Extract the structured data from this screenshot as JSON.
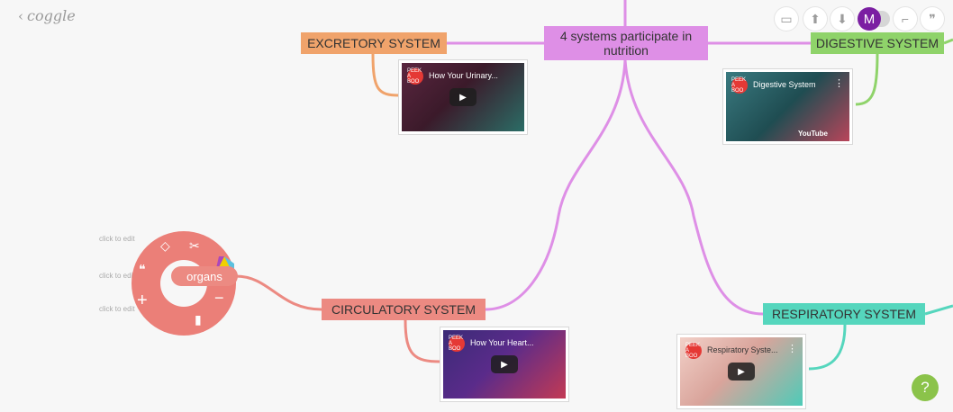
{
  "app": {
    "logo": "coggle",
    "back_icon": "chevron-left-icon"
  },
  "toolbar": {
    "buttons": [
      {
        "name": "present",
        "icon": "monitor-icon",
        "glyph": "▭"
      },
      {
        "name": "upload",
        "icon": "upload-arrow-icon",
        "glyph": "⬆"
      },
      {
        "name": "download",
        "icon": "download-arrow-icon",
        "glyph": "⬇"
      },
      {
        "name": "history",
        "icon": "history-icon",
        "glyph": "⌐"
      },
      {
        "name": "comments",
        "icon": "quote-icon",
        "glyph": "❞"
      }
    ],
    "avatar_initial": "M"
  },
  "mindmap": {
    "center": {
      "label": "4 systems participate in nutrition",
      "color": "#de8fe6"
    },
    "branches": [
      {
        "id": "excretory",
        "label": "EXCRETORY SYSTEM",
        "color": "#f0a36b",
        "video": {
          "title": "How Your Urinary...",
          "channel": "PEEK A BOO"
        }
      },
      {
        "id": "digestive",
        "label": "DIGESTIVE SYSTEM",
        "color": "#8fd36a",
        "video": {
          "title": "Digestive System",
          "channel": "PEEK A BOO",
          "platform": "YouTube"
        }
      },
      {
        "id": "circulatory",
        "label": "CIRCULATORY SYSTEM",
        "color": "#ec8a82",
        "video": {
          "title": "How Your Heart...",
          "channel": "PEEK A BOO"
        },
        "child": {
          "label": "organs"
        }
      },
      {
        "id": "respiratory",
        "label": "RESPIRATORY SYSTEM",
        "color": "#55d6bd",
        "video": {
          "title": "Respiratory Syste...",
          "channel": "PEEK A BOO"
        }
      }
    ]
  },
  "radial_menu": {
    "hints": [
      "click to edit",
      "click to edi",
      "click to edit"
    ],
    "tools": [
      {
        "name": "shape",
        "icon": "diamond-icon",
        "glyph": "◇"
      },
      {
        "name": "cut",
        "icon": "scissors-icon",
        "glyph": "✂"
      },
      {
        "name": "quote",
        "icon": "quote-icon",
        "glyph": "❝"
      },
      {
        "name": "add",
        "icon": "plus-icon",
        "glyph": "+"
      },
      {
        "name": "remove",
        "icon": "minus-icon",
        "glyph": "−"
      },
      {
        "name": "attach",
        "icon": "file-icon",
        "glyph": "▮"
      }
    ]
  },
  "help": {
    "glyph": "?",
    "icon": "help-icon"
  }
}
